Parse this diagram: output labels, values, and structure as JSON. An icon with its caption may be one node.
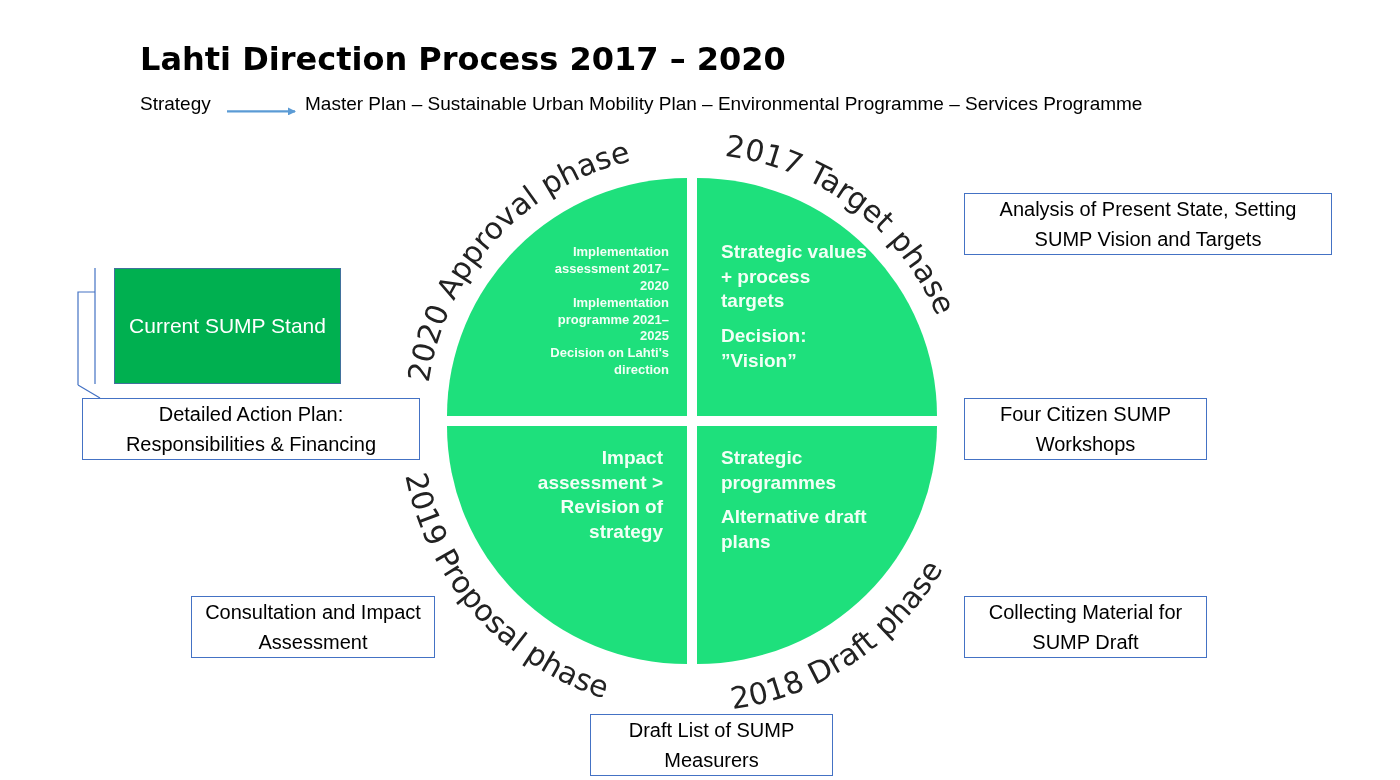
{
  "diagram": {
    "title": "Lahti Direction Process 2017 – 2020",
    "nodes": [
      {
        "text": [
          "Strategy"
        ]
      },
      {
        "text": [
          "Master Plan – Sustainable Urban Mobility Plan – Environmental Programme – Services Programme"
        ]
      },
      {
        "text": [
          "Implementation assessment 2017–2020",
          "Implementation programme 2021–2025",
          "Decision on Lahti's direction"
        ]
      },
      {
        "text": [
          "Strategic values + process targets",
          "Decision: ”Vision”"
        ]
      },
      {
        "text": [
          "Analysis of Present State, Setting SUMP Vision and Targets"
        ]
      },
      {
        "text": [
          "Current SUMP Stand"
        ]
      },
      {
        "text": [
          "Detailed Action Plan: Responsibilities & Financing"
        ]
      },
      {
        "text": [
          "Four Citizen SUMP Workshops"
        ]
      },
      {
        "text": [
          "Impact assessment > Revision of strategy"
        ]
      },
      {
        "text": [
          "Strategic programmes",
          "Alternative draft plans"
        ]
      },
      {
        "text": [
          "Consultation and Impact Assessment"
        ]
      },
      {
        "text": [
          "Collecting Material for SUMP Draft"
        ]
      },
      {
        "text": [
          "Draft List of SUMP Measurers"
        ]
      }
    ],
    "edges": [
      {
        "from": 0,
        "to": 1,
        "arrow": "to",
        "color": "#5b9bd5"
      }
    ],
    "labels": [
      "2020 Approval phase",
      "2017 Target phase",
      "2019 Proposal phase",
      "2018 Draft phase"
    ]
  }
}
